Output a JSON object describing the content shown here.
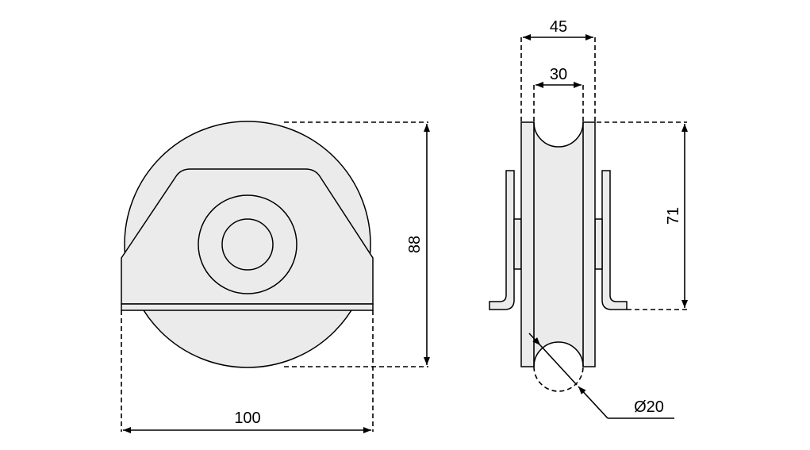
{
  "dimensions": {
    "width": "100",
    "height": "88",
    "outer_width": "45",
    "groove_width": "30",
    "bracket_height": "71",
    "groove_diameter": "Ø20"
  }
}
